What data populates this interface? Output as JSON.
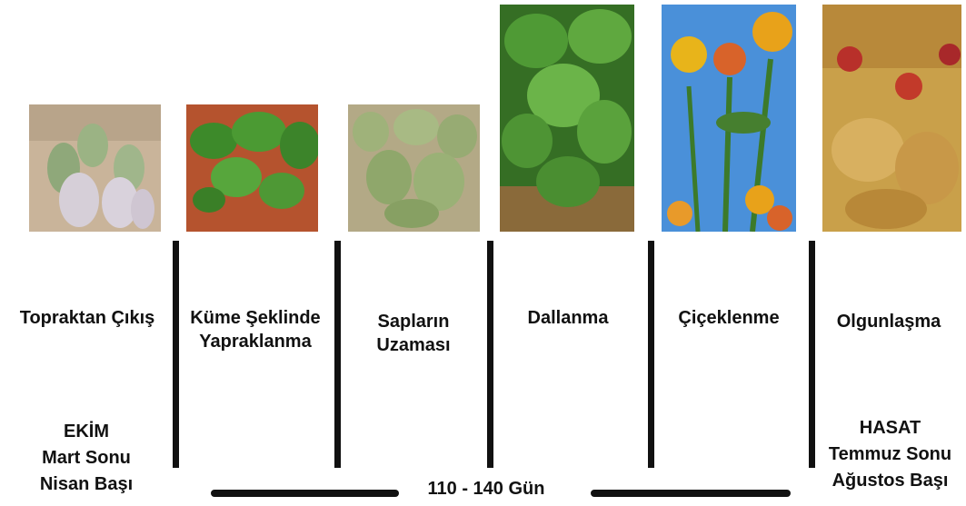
{
  "stages": [
    {
      "label_lines": [
        "Topraktan Çıkış"
      ],
      "photo": "seedling-emergence-photo"
    },
    {
      "label_lines": [
        "Küme Şeklinde",
        "Yapraklanma"
      ],
      "photo": "rosette-leaves-photo"
    },
    {
      "label_lines": [
        "Sapların",
        "Uzaması"
      ],
      "photo": "stem-elongation-photo"
    },
    {
      "label_lines": [
        "Dallanma"
      ],
      "photo": "branching-photo"
    },
    {
      "label_lines": [
        "Çiçeklenme"
      ],
      "photo": "flowering-safflower-photo"
    },
    {
      "label_lines": [
        "Olgunlaşma"
      ],
      "photo": "mature-crop-photo"
    }
  ],
  "planting": {
    "lines": [
      "EKİM",
      "Mart Sonu",
      "Nisan Başı"
    ]
  },
  "harvest": {
    "lines": [
      "HASAT",
      "Temmuz Sonu",
      "Ağustos Başı"
    ]
  },
  "duration_label": "110 - 140 Gün",
  "colors": {
    "line": "#111111",
    "text": "#111111",
    "soil": "#b5532e",
    "leaf": "#3f8f2a",
    "sky": "#4a90d9",
    "flower": "#e8a21a"
  }
}
